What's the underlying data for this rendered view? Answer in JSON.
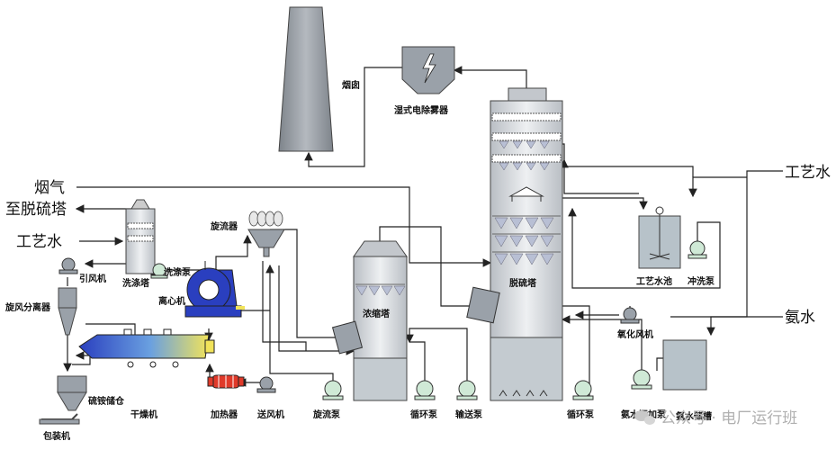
{
  "labels": {
    "flue_gas": "烟气",
    "to_desulf_tower": "至脱硫塔",
    "process_water_left": "工艺水",
    "process_water_right": "工艺水",
    "ammonia_water": "氨水",
    "chimney": "烟囱",
    "wet_esp": "湿式电除雾器",
    "desulf_tower": "脱硫塔",
    "concentration_tower": "浓缩塔",
    "cyclone": "旋流器",
    "wash_tower": "洗涤塔",
    "wash_pump": "洗涤泵",
    "induced_fan": "引风机",
    "cyclone_separator": "旋风分离器",
    "centrifuge": "离心机",
    "ammonium_sulfate_bin": "硫铵储仓",
    "packing_machine": "包装机",
    "dryer": "干燥机",
    "heater": "加热器",
    "blower": "送风机",
    "cyclone_pump": "旋流泵",
    "circulation_pump_1": "循环泵",
    "transfer_pump": "输送泵",
    "circulation_pump_2": "循环泵",
    "oxidation_fan": "氧化风机",
    "ammonia_dosing_pump": "氨水添加泵",
    "ammonia_tank": "氨水储槽",
    "process_water_tank": "工艺水池",
    "flush_pump": "冲洗泵"
  },
  "watermark": "公众号 · 电厂运行班",
  "icons": {
    "lightning": "lightning-icon",
    "wechat": "wechat-icon"
  },
  "colors": {
    "steel": "#8a9099",
    "steel_light": "#d9dde2",
    "slurry": "#b7c2c9",
    "pump": "#cfe9d6",
    "blue": "#2a3fbf",
    "yellow": "#f1e35a",
    "heater_red": "#e03a2a",
    "line": "#222"
  }
}
